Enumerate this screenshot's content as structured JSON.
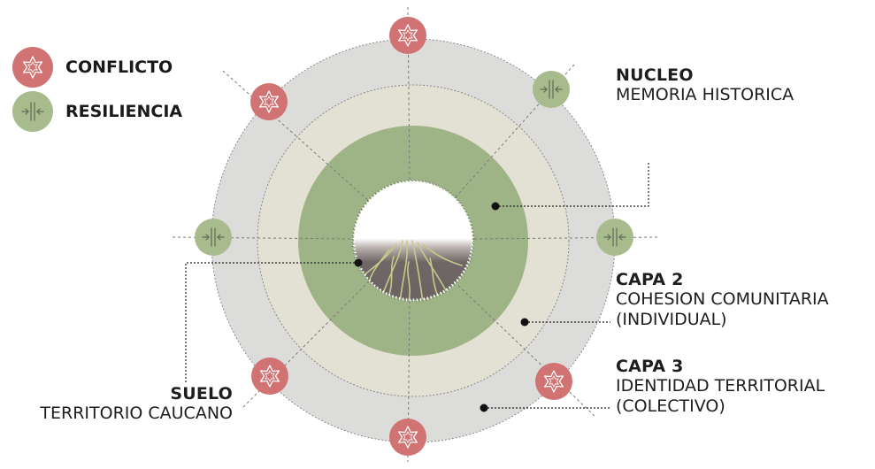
{
  "legend": {
    "conflict": {
      "label": "CONFLICTO",
      "color": "#d07372",
      "icon": "star-icon"
    },
    "resilience": {
      "label": "RESILIENCIA",
      "color": "#a8bb8c",
      "icon": "compress-arrows-icon"
    }
  },
  "rings": {
    "outer_color": "#dcdcdb",
    "middle_color": "#e3e0d4",
    "inner_color": "#9fb486",
    "soil_color": "#6f6766",
    "root_color": "#c7c98a"
  },
  "labels": {
    "nucleo": {
      "title": "NUCLEO",
      "subtitle": "MEMORIA HISTORICA"
    },
    "capa2": {
      "title": "CAPA 2",
      "line1": "COHESION COMUNITARIA",
      "line2": "(INDIVIDUAL)"
    },
    "capa3": {
      "title": "CAPA 3",
      "line1": "IDENTIDAD TERRITORIAL",
      "line2": "(COLECTIVO)"
    },
    "suelo": {
      "title": "SUELO",
      "subtitle": "TERRITORIO CAUCANO"
    }
  },
  "markers": {
    "conflict": [
      "top",
      "upper-left",
      "lower-left",
      "bottom",
      "lower-right"
    ],
    "resilience": [
      "upper-right",
      "left",
      "right"
    ]
  }
}
